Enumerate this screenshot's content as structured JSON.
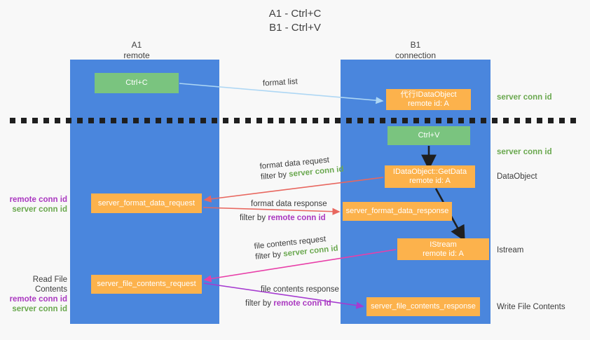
{
  "title": {
    "line1": "A1 - Ctrl+C",
    "line2": "B1 - Ctrl+V"
  },
  "columns": {
    "a1": {
      "name": "A1",
      "role": "remote"
    },
    "b1": {
      "name": "B1",
      "role": "connection"
    }
  },
  "boxes": {
    "ctrl_c": {
      "line1": "Ctrl+C",
      "line2": ""
    },
    "proxy_idataobject": {
      "line1": "代行IDataObject",
      "line2": "remote id: A"
    },
    "ctrl_v": {
      "line1": "Ctrl+V",
      "line2": ""
    },
    "getdata": {
      "line1": "IDataObject::GetData",
      "line2": "remote id: A"
    },
    "server_format_data_request": {
      "line1": "server_format_data_request",
      "line2": ""
    },
    "server_format_data_response": {
      "line1": "server_format_data_response",
      "line2": ""
    },
    "istream": {
      "line1": "IStream",
      "line2": "remote id: A"
    },
    "server_file_contents_request": {
      "line1": "server_file_contents_request",
      "line2": ""
    },
    "server_file_contents_response": {
      "line1": "server_file_contents_response",
      "line2": ""
    }
  },
  "side_labels": {
    "server_conn_id_top": "server conn id",
    "server_conn_id_mid": "server conn id",
    "dataobject": "DataObject",
    "istream": "Istream",
    "write_file_contents": "Write File Contents"
  },
  "left_labels": {
    "group1": {
      "heading": "",
      "remote": "remote conn id",
      "server": "server conn id"
    },
    "group2": {
      "heading": "Read File Contents",
      "remote": "remote conn id",
      "server": "server conn id"
    }
  },
  "edge_labels": {
    "format_list": {
      "line1": "format list",
      "filter_prefix": "",
      "filter_value": ""
    },
    "format_data_request": {
      "line1": "format data request",
      "filter_prefix": "filter by ",
      "filter_value": "server conn id"
    },
    "format_data_response": {
      "line1": "format data response",
      "filter_prefix": "filter by ",
      "filter_value": "remote conn id"
    },
    "file_contents_request": {
      "line1": "file contents request",
      "filter_prefix": "filter by ",
      "filter_value": "server conn id"
    },
    "file_contents_response": {
      "line1": "file contents response",
      "filter_prefix": "filter by ",
      "filter_value": "remote conn id"
    }
  },
  "colors": {
    "background": "#f8f8f8",
    "panel": "#4a86dd",
    "box_green": "#7ac47f",
    "box_orange": "#fcb24c",
    "text_green": "#6aa84f",
    "text_purple": "#aa38c0",
    "arrow_light_blue": "#aed7f4",
    "arrow_red": "#e8675f",
    "arrow_magenta": "#e83fa8",
    "arrow_purple": "#a63bd0",
    "arrow_black": "#1f1f1f",
    "divider": "#1f1f1f"
  }
}
